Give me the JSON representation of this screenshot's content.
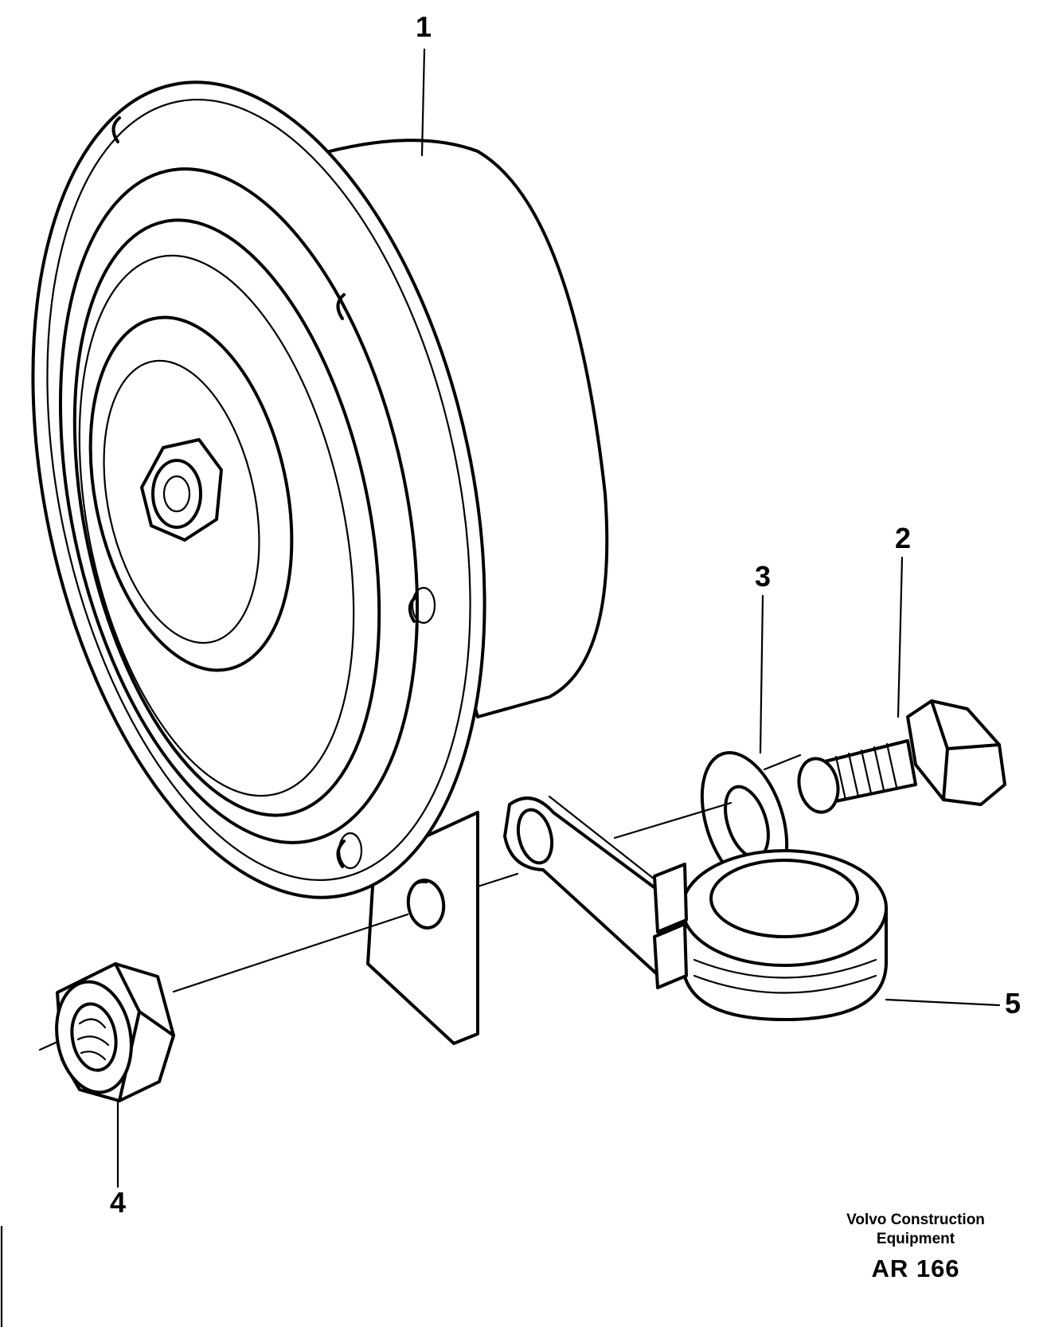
{
  "callouts": [
    {
      "id": "1",
      "label": "1"
    },
    {
      "id": "2",
      "label": "2"
    },
    {
      "id": "3",
      "label": "3"
    },
    {
      "id": "4",
      "label": "4"
    },
    {
      "id": "5",
      "label": "5"
    }
  ],
  "credit": {
    "line1": "Volvo Construction",
    "line2": "Equipment",
    "code": "AR 166"
  },
  "parts": [
    "horn",
    "bolt",
    "washer",
    "nut",
    "clamp"
  ]
}
